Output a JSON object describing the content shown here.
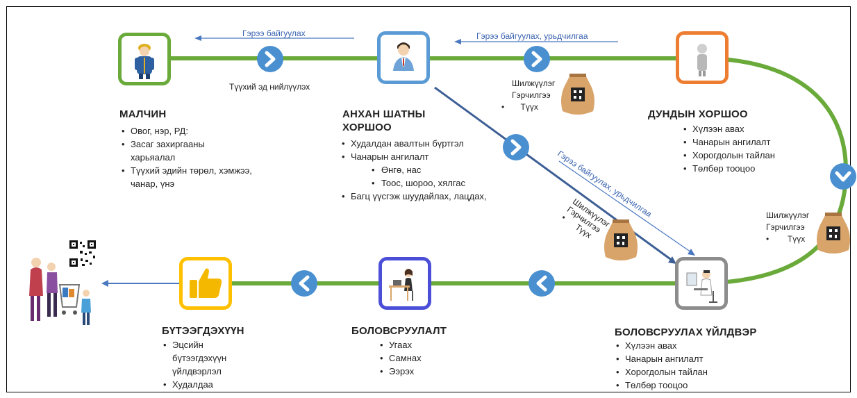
{
  "nodes": {
    "malchin": {
      "title": "МАЛЧИН",
      "items": [
        "Овог, нэр, РД:",
        "Засаг захиргааны харьяалал",
        "Түүхий эдийн төрөл, хэмжээ, чанар, үнэ"
      ]
    },
    "anhan": {
      "title_line1": "АНХАН ШАТНЫ",
      "title_line2": "ХОРШОО",
      "items": [
        "Худалдан авалтын бүртгэл",
        "Чанарын ангилалт"
      ],
      "subitems": [
        "Өнгө, нас",
        "Тоос, шороо, хялгас"
      ],
      "items_after": [
        "Багц үүсгэж шуудайлах, лацдах,"
      ]
    },
    "dundyn": {
      "title": "ДУНДЫН ХОРШОО",
      "items": [
        "Хүлээн авах",
        "Чанарын ангилалт",
        "Хорогдолын тайлан",
        "Төлбөр тооцоо"
      ]
    },
    "uildver": {
      "title": "БОЛОВСРУУЛАХ ҮЙЛДВЭР",
      "items": [
        "Хүлээн авах",
        "Чанарын ангилалт",
        "Хорогдолын тайлан",
        "Төлбөр тооцоо"
      ]
    },
    "bolovsruulalt": {
      "title": "БОЛОВСРУУЛАЛТ",
      "items": [
        "Угаах",
        "Самнах",
        "Ээрэх"
      ]
    },
    "buteegdehuun": {
      "title": "БҮТЭЭГДЭХҮҮН",
      "items": [
        "Эцсийн бүтээгдэхүүн үйлдвэрлэл",
        "Худалдаа"
      ]
    }
  },
  "labels": {
    "contract1": "Гэрээ байгуулах",
    "contract2": "Гэрээ байгуулах, урьдчилгаа",
    "contract_diag": "Гэрээ байгуулах, урьдчилгаа",
    "raw_material": "Түүхий эд нийлүүлэх",
    "transfer": "Шилжүүлэг",
    "certificate": "Гэрчилгээ",
    "raw": "Түүх"
  },
  "colors": {
    "green_line": "#6aaa3a",
    "arrow_blue": "#4a90d0",
    "malchin_border": "#6aaa3a",
    "anhan_border": "#5b9bd5",
    "dundyn_border": "#ed7d31",
    "uildver_border": "#8c8c8c",
    "bolovsruulalt_border": "#4b4fd8",
    "buteegdehuun_border": "#ffc000"
  }
}
